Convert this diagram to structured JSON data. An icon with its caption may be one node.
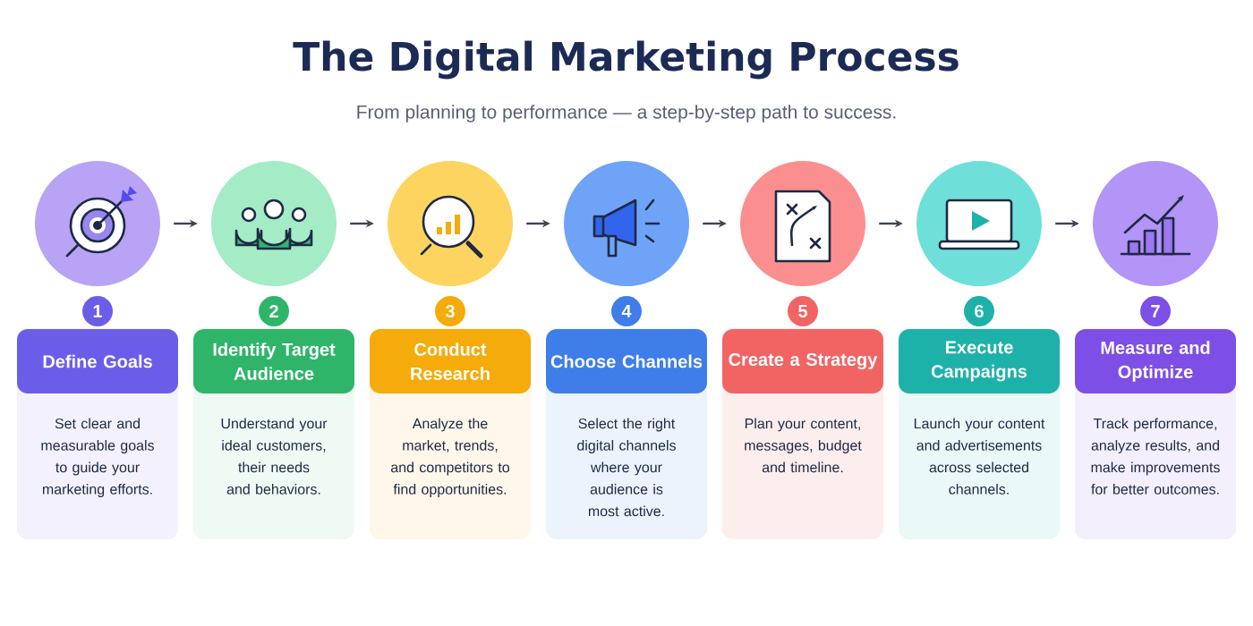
{
  "diagram": {
    "title": "The Digital Marketing Process",
    "caption": "From planning to performance — a step-by-step path to success.",
    "nodes": [
      {
        "text": [],
        "shape": "circle"
      },
      {
        "text": [],
        "shape": "circle"
      },
      {
        "text": [],
        "shape": "circle"
      },
      {
        "text": [],
        "shape": "circle"
      },
      {
        "text": [],
        "shape": "circle"
      },
      {
        "text": [],
        "shape": "circle"
      },
      {
        "text": [],
        "shape": "circle"
      },
      {
        "text": [
          "1"
        ]
      },
      {
        "text": [
          "Define Goals",
          "Set clear and measurable goals to guide your marketing efforts."
        ]
      },
      {
        "text": [
          "2"
        ]
      },
      {
        "text": [
          "Identify Target Audience",
          "Understand your ideal customers, their needs and behaviors."
        ]
      },
      {
        "text": [
          "3"
        ]
      },
      {
        "text": [
          "Conduct Research",
          "Analyze the market, trends, and competitors to find opportunities."
        ]
      },
      {
        "text": [
          "4"
        ]
      },
      {
        "text": [
          "Choose Channels",
          "Select the right digital channels where your audience is most active."
        ]
      },
      {
        "text": [
          "5"
        ]
      },
      {
        "text": [
          "Create a Strategy",
          "Plan your content, messages, budget and timeline."
        ]
      },
      {
        "text": [
          "6"
        ]
      },
      {
        "text": [
          "Execute Campaigns",
          "Launch your content and advertisements across selected channels."
        ]
      },
      {
        "text": [
          "7"
        ]
      },
      {
        "text": [
          "Measure and Optimize",
          "Track performance, analyze results, and make improvements for better outcomes."
        ]
      }
    ],
    "edges": [
      {
        "from": 0,
        "to": 1,
        "arrow": "to"
      },
      {
        "from": 1,
        "to": 2,
        "arrow": "to"
      },
      {
        "from": 2,
        "to": 3,
        "arrow": "to"
      },
      {
        "from": 3,
        "to": 4,
        "arrow": "to"
      },
      {
        "from": 4,
        "to": 5,
        "arrow": "to"
      },
      {
        "from": 5,
        "to": 6,
        "arrow": "to"
      }
    ]
  }
}
